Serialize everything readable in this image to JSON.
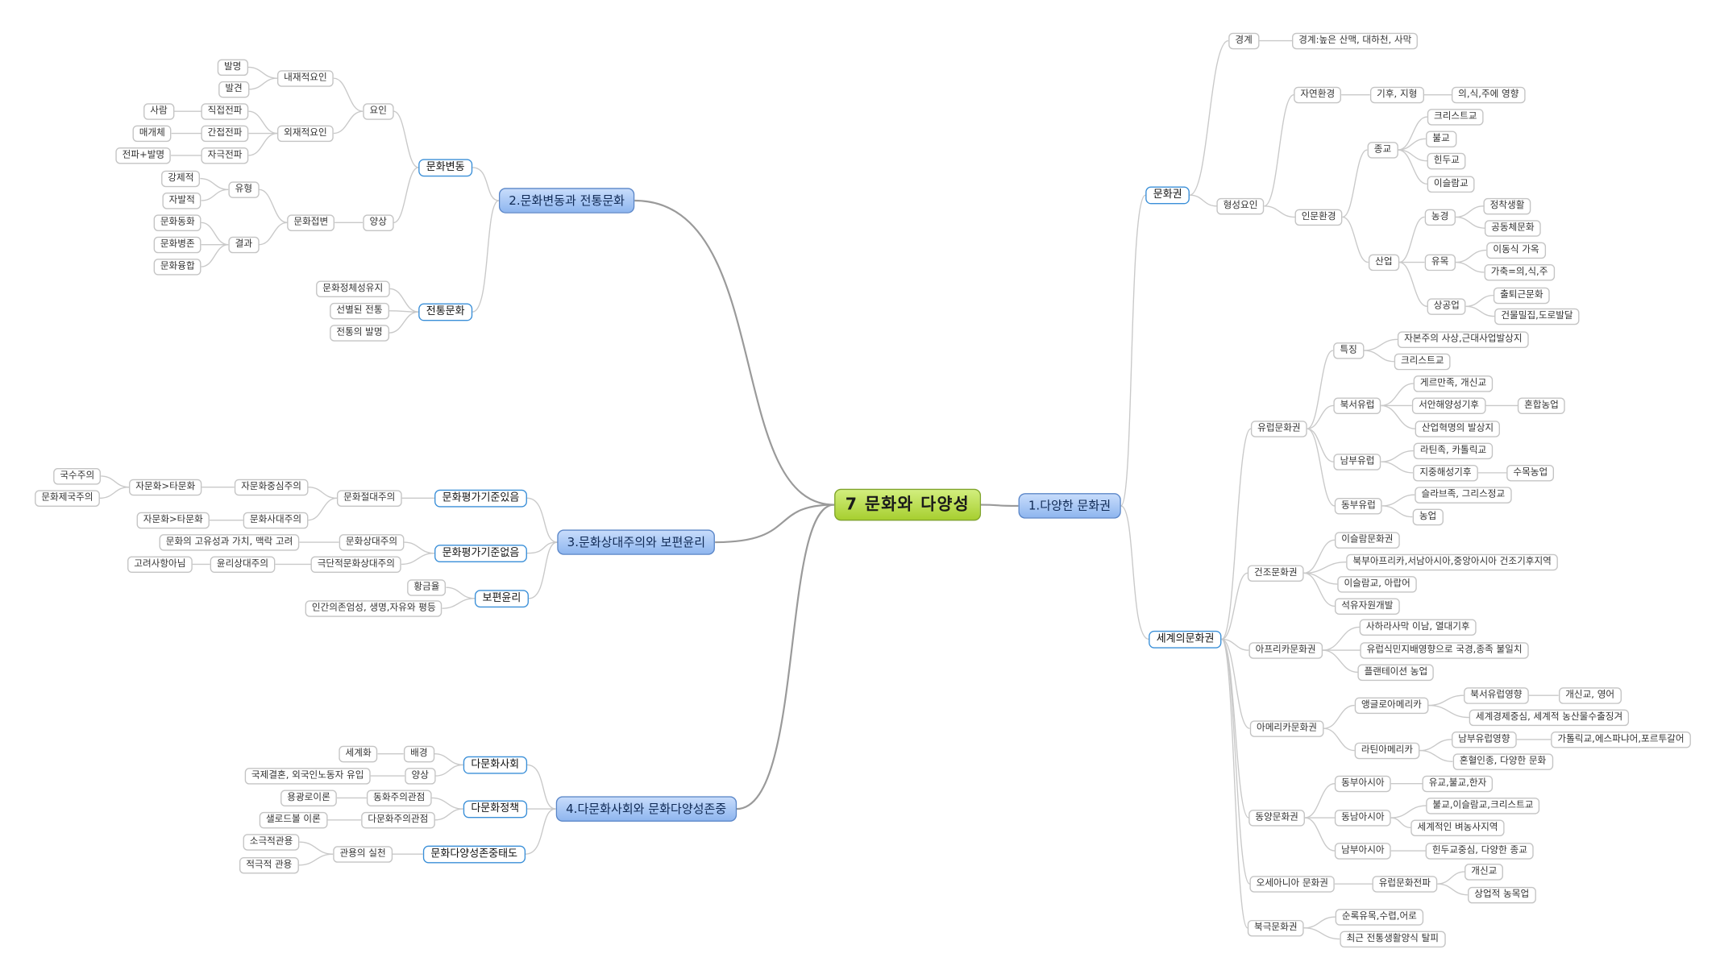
{
  "nodes": [
    {
      "id": "root",
      "label": "7 문화와 다양성",
      "lvl": 1
    },
    {
      "id": "b1",
      "label": "1.다양한 문화권",
      "lvl": 2,
      "parent": "root"
    },
    {
      "id": "b2",
      "label": "2.문화변동과 전통문화",
      "lvl": 2,
      "parent": "root"
    },
    {
      "id": "b3",
      "label": "3.문화상대주의와 보편윤리",
      "lvl": 2,
      "parent": "root"
    },
    {
      "id": "b4",
      "label": "4.다문화사회와 문화다양성존중",
      "lvl": 2,
      "parent": "root"
    },
    {
      "id": "r1",
      "label": "문화권",
      "lvl": 3,
      "parent": "b1"
    },
    {
      "id": "r1a",
      "label": "경계",
      "lvl": 4,
      "parent": "r1"
    },
    {
      "id": "r1a1",
      "label": "경계:높은 산맥, 대하천, 사막",
      "lvl": 4,
      "parent": "r1a"
    },
    {
      "id": "r1b",
      "label": "형성요인",
      "lvl": 4,
      "parent": "r1"
    },
    {
      "id": "r1b1",
      "label": "자연환경",
      "lvl": 4,
      "parent": "r1b"
    },
    {
      "id": "r1b1a",
      "label": "기후, 지형",
      "lvl": 4,
      "parent": "r1b1"
    },
    {
      "id": "r1b1a1",
      "label": "의,식,주에 영향",
      "lvl": 4,
      "parent": "r1b1a"
    },
    {
      "id": "r1b2",
      "label": "인문환경",
      "lvl": 4,
      "parent": "r1b"
    },
    {
      "id": "rel",
      "label": "종교",
      "lvl": 4,
      "parent": "r1b2"
    },
    {
      "id": "rel1",
      "label": "크리스트교",
      "lvl": 4,
      "parent": "rel"
    },
    {
      "id": "rel2",
      "label": "불교",
      "lvl": 4,
      "parent": "rel"
    },
    {
      "id": "rel3",
      "label": "힌두교",
      "lvl": 4,
      "parent": "rel"
    },
    {
      "id": "rel4",
      "label": "이슬람교",
      "lvl": 4,
      "parent": "rel"
    },
    {
      "id": "ind",
      "label": "산업",
      "lvl": 4,
      "parent": "r1b2"
    },
    {
      "id": "ind1",
      "label": "농경",
      "lvl": 4,
      "parent": "ind"
    },
    {
      "id": "ind1a",
      "label": "정착생활",
      "lvl": 4,
      "parent": "ind1"
    },
    {
      "id": "ind1b",
      "label": "공동체문화",
      "lvl": 4,
      "parent": "ind1"
    },
    {
      "id": "ind2",
      "label": "유목",
      "lvl": 4,
      "parent": "ind"
    },
    {
      "id": "ind2a",
      "label": "이동식 가옥",
      "lvl": 4,
      "parent": "ind2"
    },
    {
      "id": "ind2b",
      "label": "가축=의,식,주",
      "lvl": 4,
      "parent": "ind2"
    },
    {
      "id": "ind3",
      "label": "상공업",
      "lvl": 4,
      "parent": "ind"
    },
    {
      "id": "ind3a",
      "label": "출퇴근문화",
      "lvl": 4,
      "parent": "ind3"
    },
    {
      "id": "ind3b",
      "label": "건물밀집,도로발달",
      "lvl": 4,
      "parent": "ind3"
    },
    {
      "id": "w",
      "label": "세계의문화권",
      "lvl": 3,
      "parent": "b1"
    },
    {
      "id": "eu",
      "label": "유럽문화권",
      "lvl": 4,
      "parent": "w"
    },
    {
      "id": "eu1",
      "label": "특징",
      "lvl": 4,
      "parent": "eu"
    },
    {
      "id": "eu1a",
      "label": "자본주의 사상,근대사업발상지",
      "lvl": 4,
      "parent": "eu1"
    },
    {
      "id": "eu1b",
      "label": "크리스트교",
      "lvl": 4,
      "parent": "eu1"
    },
    {
      "id": "eu2",
      "label": "북서유럽",
      "lvl": 4,
      "parent": "eu"
    },
    {
      "id": "eu2a",
      "label": "게르만족, 개신교",
      "lvl": 4,
      "parent": "eu2"
    },
    {
      "id": "eu2b",
      "label": "서안해양성기후",
      "lvl": 4,
      "parent": "eu2"
    },
    {
      "id": "eu2b1",
      "label": "혼합농업",
      "lvl": 4,
      "parent": "eu2b"
    },
    {
      "id": "eu2c",
      "label": "산업혁명의 발상지",
      "lvl": 4,
      "parent": "eu2"
    },
    {
      "id": "eu3",
      "label": "남부유럽",
      "lvl": 4,
      "parent": "eu"
    },
    {
      "id": "eu3a",
      "label": "라틴족, 카톨릭교",
      "lvl": 4,
      "parent": "eu3"
    },
    {
      "id": "eu3b",
      "label": "지중해성기후",
      "lvl": 4,
      "parent": "eu3"
    },
    {
      "id": "eu3b1",
      "label": "수목농업",
      "lvl": 4,
      "parent": "eu3b"
    },
    {
      "id": "eu4",
      "label": "동부유럽",
      "lvl": 4,
      "parent": "eu"
    },
    {
      "id": "eu4a",
      "label": "슬라브족, 그리스정교",
      "lvl": 4,
      "parent": "eu4"
    },
    {
      "id": "eu4b",
      "label": "농업",
      "lvl": 4,
      "parent": "eu4"
    },
    {
      "id": "dr",
      "label": "건조문화권",
      "lvl": 4,
      "parent": "w"
    },
    {
      "id": "dr1",
      "label": "이슬람문화권",
      "lvl": 4,
      "parent": "dr"
    },
    {
      "id": "dr2",
      "label": "북부아프리카,서남아시아,중앙아시아 건조기후지역",
      "lvl": 4,
      "parent": "dr"
    },
    {
      "id": "dr3",
      "label": "이슬람교, 아랍어",
      "lvl": 4,
      "parent": "dr"
    },
    {
      "id": "dr4",
      "label": "석유자원개발",
      "lvl": 4,
      "parent": "dr"
    },
    {
      "id": "af",
      "label": "아프리카문화권",
      "lvl": 4,
      "parent": "w"
    },
    {
      "id": "af1",
      "label": "사하라사막 이남, 열대기후",
      "lvl": 4,
      "parent": "af"
    },
    {
      "id": "af2",
      "label": "유럽식민지배영향으로 국경,종족 불일치",
      "lvl": 4,
      "parent": "af"
    },
    {
      "id": "af3",
      "label": "플랜테이션 농업",
      "lvl": 4,
      "parent": "af"
    },
    {
      "id": "am",
      "label": "아메리카문화권",
      "lvl": 4,
      "parent": "w"
    },
    {
      "id": "am1",
      "label": "앵글로아메리카",
      "lvl": 4,
      "parent": "am"
    },
    {
      "id": "am1a",
      "label": "북서유럽영향",
      "lvl": 4,
      "parent": "am1"
    },
    {
      "id": "am1a1",
      "label": "개신교, 영어",
      "lvl": 4,
      "parent": "am1a"
    },
    {
      "id": "am1b",
      "label": "세계경제중심, 세계적 농산물수출징겨",
      "lvl": 4,
      "parent": "am1"
    },
    {
      "id": "am2",
      "label": "라틴아메리카",
      "lvl": 4,
      "parent": "am"
    },
    {
      "id": "am2a",
      "label": "남부유럽영향",
      "lvl": 4,
      "parent": "am2"
    },
    {
      "id": "am2a1",
      "label": "가톨릭교,에스파냐어,포르투갈어",
      "lvl": 4,
      "parent": "am2a"
    },
    {
      "id": "am2b",
      "label": "혼혈인종, 다양한 문화",
      "lvl": 4,
      "parent": "am2"
    },
    {
      "id": "as",
      "label": "동양문화권",
      "lvl": 4,
      "parent": "w"
    },
    {
      "id": "as1",
      "label": "동부아시아",
      "lvl": 4,
      "parent": "as"
    },
    {
      "id": "as1a",
      "label": "유교,불교,한자",
      "lvl": 4,
      "parent": "as1"
    },
    {
      "id": "as2",
      "label": "동남아시아",
      "lvl": 4,
      "parent": "as"
    },
    {
      "id": "as2a",
      "label": "불교,이슬람교,크리스트교",
      "lvl": 4,
      "parent": "as2"
    },
    {
      "id": "as2b",
      "label": "세계적인 벼농사지역",
      "lvl": 4,
      "parent": "as2"
    },
    {
      "id": "as3",
      "label": "남부아시아",
      "lvl": 4,
      "parent": "as"
    },
    {
      "id": "as3a",
      "label": "힌두교중심, 다양한 종교",
      "lvl": 4,
      "parent": "as3"
    },
    {
      "id": "oc",
      "label": "오세아니아 문화권",
      "lvl": 4,
      "parent": "w"
    },
    {
      "id": "oc1",
      "label": "유럽문화전파",
      "lvl": 4,
      "parent": "oc"
    },
    {
      "id": "oc1a",
      "label": "개신교",
      "lvl": 4,
      "parent": "oc1"
    },
    {
      "id": "oc1b",
      "label": "상업적 농목업",
      "lvl": 4,
      "parent": "oc1"
    },
    {
      "id": "po",
      "label": "북극문화권",
      "lvl": 4,
      "parent": "w"
    },
    {
      "id": "po1",
      "label": "순록유목,수렵,어로",
      "lvl": 4,
      "parent": "po"
    },
    {
      "id": "po2",
      "label": "최근 전통생활양식 탈피",
      "lvl": 4,
      "parent": "po"
    },
    {
      "id": "cc",
      "label": "문화변동",
      "lvl": 3,
      "parent": "b2"
    },
    {
      "id": "cc1",
      "label": "요인",
      "lvl": 4,
      "parent": "cc"
    },
    {
      "id": "cc1a",
      "label": "내재적요인",
      "lvl": 4,
      "parent": "cc1"
    },
    {
      "id": "cc1a1",
      "label": "발명",
      "lvl": 4,
      "parent": "cc1a"
    },
    {
      "id": "cc1a2",
      "label": "발견",
      "lvl": 4,
      "parent": "cc1a"
    },
    {
      "id": "cc1b",
      "label": "외재적요인",
      "lvl": 4,
      "parent": "cc1"
    },
    {
      "id": "cc1b1",
      "label": "직접전파",
      "lvl": 4,
      "parent": "cc1b"
    },
    {
      "id": "cc1b1a",
      "label": "사람",
      "lvl": 4,
      "parent": "cc1b1"
    },
    {
      "id": "cc1b2",
      "label": "간접전파",
      "lvl": 4,
      "parent": "cc1b"
    },
    {
      "id": "cc1b2a",
      "label": "매개체",
      "lvl": 4,
      "parent": "cc1b2"
    },
    {
      "id": "cc1b3",
      "label": "자극전파",
      "lvl": 4,
      "parent": "cc1b"
    },
    {
      "id": "cc1b3a",
      "label": "전파+발명",
      "lvl": 4,
      "parent": "cc1b3"
    },
    {
      "id": "cc2",
      "label": "양상",
      "lvl": 4,
      "parent": "cc"
    },
    {
      "id": "cc2a",
      "label": "문화접변",
      "lvl": 4,
      "parent": "cc2"
    },
    {
      "id": "cc2a1",
      "label": "유형",
      "lvl": 4,
      "parent": "cc2a"
    },
    {
      "id": "cc2a1a",
      "label": "강제적",
      "lvl": 4,
      "parent": "cc2a1"
    },
    {
      "id": "cc2a1b",
      "label": "자발적",
      "lvl": 4,
      "parent": "cc2a1"
    },
    {
      "id": "cc2a2",
      "label": "결과",
      "lvl": 4,
      "parent": "cc2a"
    },
    {
      "id": "cc2a2a",
      "label": "문화동화",
      "lvl": 4,
      "parent": "cc2a2"
    },
    {
      "id": "cc2a2b",
      "label": "문화병존",
      "lvl": 4,
      "parent": "cc2a2"
    },
    {
      "id": "cc2a2c",
      "label": "문화융합",
      "lvl": 4,
      "parent": "cc2a2"
    },
    {
      "id": "tr",
      "label": "전통문화",
      "lvl": 3,
      "parent": "b2"
    },
    {
      "id": "tr1",
      "label": "문화정체성유지",
      "lvl": 4,
      "parent": "tr"
    },
    {
      "id": "tr2",
      "label": "선별된 전통",
      "lvl": 4,
      "parent": "tr"
    },
    {
      "id": "tr3",
      "label": "전통의 발명",
      "lvl": 4,
      "parent": "tr"
    },
    {
      "id": "vy",
      "label": "문화평가기준있음",
      "lvl": 3,
      "parent": "b3"
    },
    {
      "id": "vy1",
      "label": "문화절대주의",
      "lvl": 4,
      "parent": "vy"
    },
    {
      "id": "vy1a",
      "label": "자문화중심주의",
      "lvl": 4,
      "parent": "vy1"
    },
    {
      "id": "vy1a1",
      "label": "자문화>타문화",
      "lvl": 4,
      "parent": "vy1a"
    },
    {
      "id": "vy1a1a",
      "label": "국수주의",
      "lvl": 4,
      "parent": "vy1a1"
    },
    {
      "id": "vy1a1b",
      "label": "문화제국주의",
      "lvl": 4,
      "parent": "vy1a1"
    },
    {
      "id": "vy1b",
      "label": "문화사대주의",
      "lvl": 4,
      "parent": "vy1"
    },
    {
      "id": "vy1b1",
      "label": "자문화>타문화",
      "lvl": 4,
      "parent": "vy1b"
    },
    {
      "id": "vn",
      "label": "문화평가기준없음",
      "lvl": 3,
      "parent": "b3"
    },
    {
      "id": "vn1",
      "label": "문화상대주의",
      "lvl": 4,
      "parent": "vn"
    },
    {
      "id": "vn1a",
      "label": "문화의 고유성과 가치, 맥락 고려",
      "lvl": 4,
      "parent": "vn1"
    },
    {
      "id": "vn2",
      "label": "극단적문화상대주의",
      "lvl": 4,
      "parent": "vn"
    },
    {
      "id": "vn2a",
      "label": "윤리상대주의",
      "lvl": 4,
      "parent": "vn2"
    },
    {
      "id": "vn2a1",
      "label": "고려사항아님",
      "lvl": 4,
      "parent": "vn2a"
    },
    {
      "id": "ue",
      "label": "보편윤리",
      "lvl": 3,
      "parent": "b3"
    },
    {
      "id": "ue1",
      "label": "황금율",
      "lvl": 4,
      "parent": "ue"
    },
    {
      "id": "ue2",
      "label": "인간의존엄성, 생명,자유와 평등",
      "lvl": 4,
      "parent": "ue"
    },
    {
      "id": "ms",
      "label": "다문화사회",
      "lvl": 3,
      "parent": "b4"
    },
    {
      "id": "ms1",
      "label": "배경",
      "lvl": 4,
      "parent": "ms"
    },
    {
      "id": "ms1a",
      "label": "세계화",
      "lvl": 4,
      "parent": "ms1"
    },
    {
      "id": "ms2",
      "label": "양상",
      "lvl": 4,
      "parent": "ms"
    },
    {
      "id": "ms2a",
      "label": "국제결혼, 외국인노동자 유입",
      "lvl": 4,
      "parent": "ms2"
    },
    {
      "id": "mp",
      "label": "다문화정책",
      "lvl": 3,
      "parent": "b4"
    },
    {
      "id": "mp1",
      "label": "동화주의관점",
      "lvl": 4,
      "parent": "mp"
    },
    {
      "id": "mp1a",
      "label": "용광로이론",
      "lvl": 4,
      "parent": "mp1"
    },
    {
      "id": "mp2",
      "label": "다문화주의관점",
      "lvl": 4,
      "parent": "mp"
    },
    {
      "id": "mp2a",
      "label": "샐로드볼 이론",
      "lvl": 4,
      "parent": "mp2"
    },
    {
      "id": "md",
      "label": "문화다양성존중태도",
      "lvl": 3,
      "parent": "b4"
    },
    {
      "id": "md1",
      "label": "관용의 실천",
      "lvl": 4,
      "parent": "md"
    },
    {
      "id": "md1a",
      "label": "소극적관용",
      "lvl": 4,
      "parent": "md1"
    },
    {
      "id": "md1b",
      "label": "적극적 관용",
      "lvl": 4,
      "parent": "md1"
    }
  ]
}
